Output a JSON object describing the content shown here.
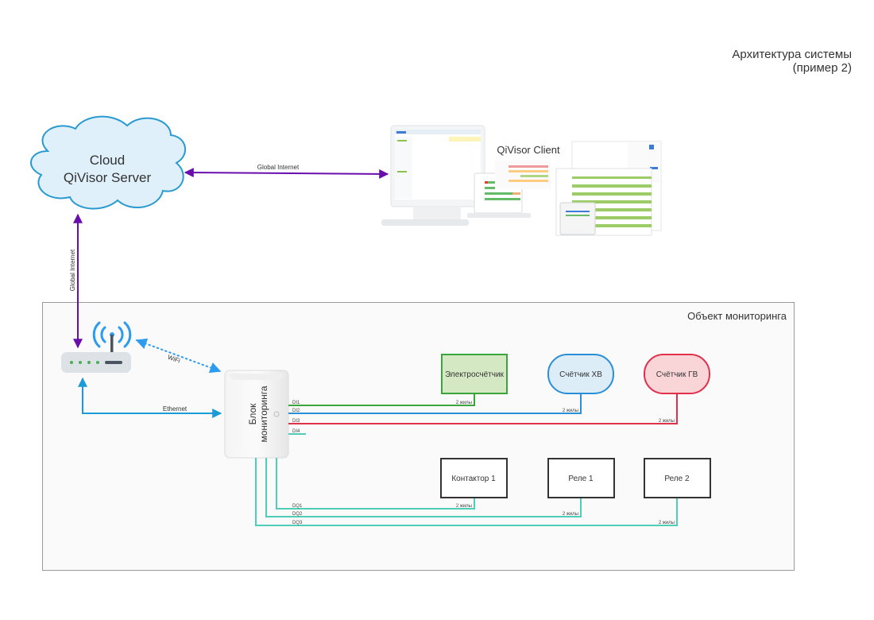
{
  "header": {
    "title_line1": "Архитектура системы",
    "title_line2": "(пример 2)"
  },
  "cloud": {
    "line1": "Cloud",
    "line2": "QiVisor Server"
  },
  "client": {
    "title": "QiVisor Client"
  },
  "connections": {
    "cloud_client": "Global Internet",
    "cloud_router": "Global Internet",
    "wifi": "WiFi",
    "ethernet": "Ethernet"
  },
  "monitoring_object": {
    "label": "Объект мониторинга",
    "block_line1": "Блок",
    "block_line2": "мониторинга"
  },
  "inputs": [
    {
      "port": "DI1",
      "device": "Электросчётчик",
      "cable": "2 жилы",
      "color": "#3aa53a"
    },
    {
      "port": "DI2",
      "device": "Счётчик ХВ",
      "cable": "2 жилы",
      "color": "#2a8fd6"
    },
    {
      "port": "DI3",
      "device": "Счётчик ГВ",
      "cable": "2 жилы",
      "color": "#e0304a"
    },
    {
      "port": "DI4",
      "device": "",
      "cable": "",
      "color": "#4ecdb8"
    }
  ],
  "outputs": [
    {
      "port": "DQ1",
      "device": "Контактор 1",
      "cable": "2 жилы"
    },
    {
      "port": "DQ2",
      "device": "Реле 1",
      "cable": "2 жилы"
    },
    {
      "port": "DQ3",
      "device": "Реле 2",
      "cable": "2 жилы"
    }
  ],
  "colors": {
    "internet_link": "#6a0dad",
    "lan_link": "#1a9ad6",
    "wifi_icon": "#2d9cf0",
    "output_wire": "#4ecdb8",
    "cloud_fill": "#dff0fa",
    "cloud_stroke": "#2a9ad0"
  }
}
